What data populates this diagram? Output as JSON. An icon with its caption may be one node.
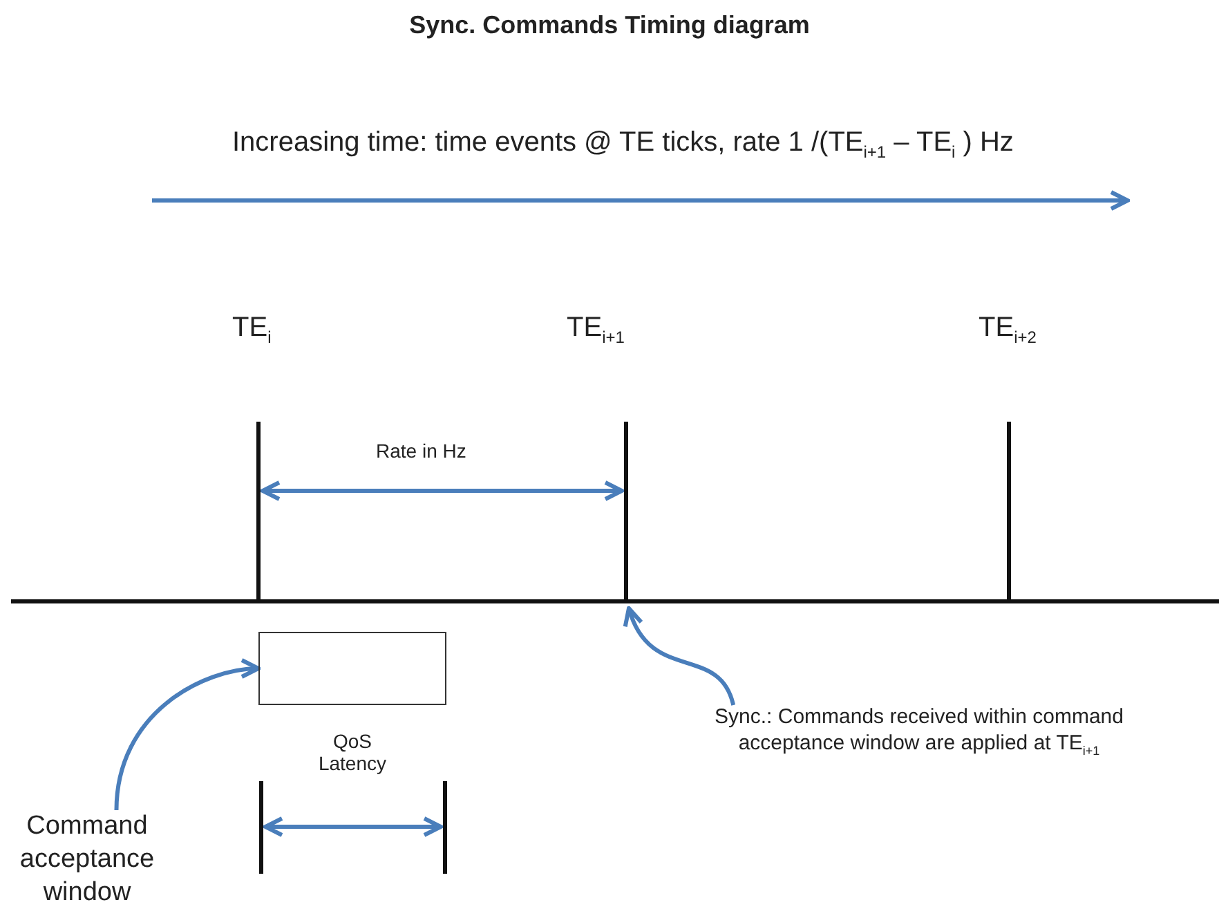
{
  "diagram": {
    "title": "Sync. Commands Timing diagram",
    "nodes": [
      {
        "text": [
          "Command acceptance window"
        ]
      },
      {
        "text": [],
        "shape": "box"
      },
      {
        "text": [
          "Sync.:  Commands received within command acceptance window are applied  at  TE$_{i+1}$"
        ]
      }
    ],
    "edges": [
      {
        "from": 0,
        "to": 1,
        "arrow": "to"
      },
      {
        "from": 2,
        "to": null,
        "arrow": "to"
      }
    ],
    "labels": [
      "Increasing time: time events @ TE ticks, rate 1 /(TE$_{i+1}$ – TE$_{i}$ ) Hz",
      "TE$_{i}$",
      "TE$_{i+1}$",
      "TE$_{i+2}$",
      "Rate in Hz",
      "QoS Latency"
    ]
  }
}
